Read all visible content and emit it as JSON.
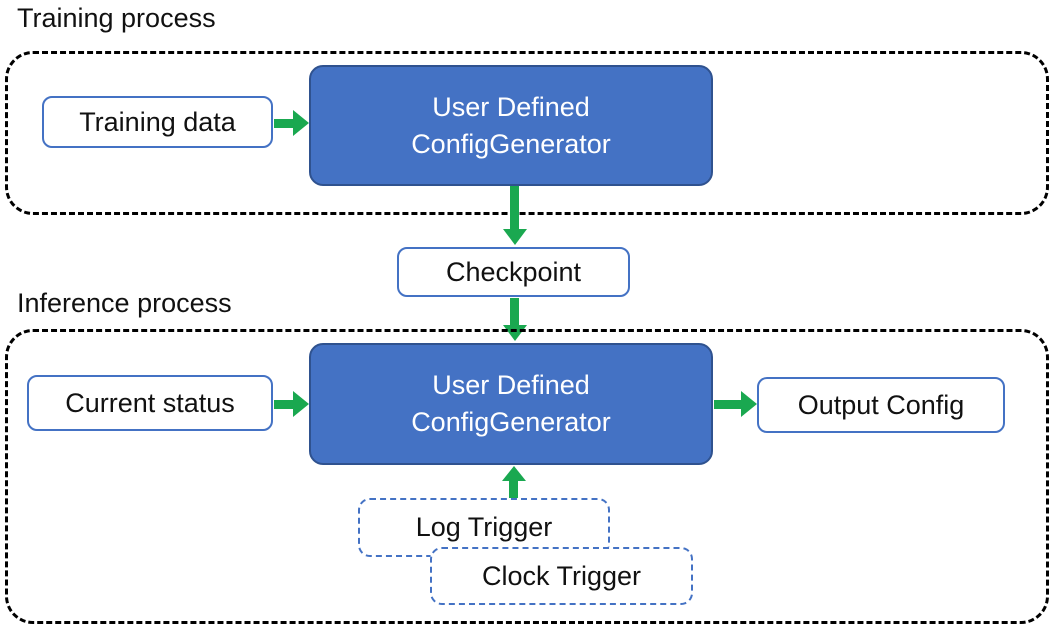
{
  "training": {
    "label": "Training process",
    "input": "Training data"
  },
  "generator": {
    "line1": "User Defined",
    "line2": "ConfigGenerator"
  },
  "checkpoint": {
    "label": "Checkpoint"
  },
  "inference": {
    "label": "Inference process",
    "input": "Current status",
    "output": "Output Config",
    "log_trigger": "Log Trigger",
    "clock_trigger": "Clock Trigger"
  },
  "colors": {
    "node_fill": "#4472C4",
    "node_border": "#2F528F",
    "arrow_green": "#1AA850",
    "light_box_border": "#4472C4",
    "container_dash": "#000000",
    "node_text": "#FFFFFF",
    "text": "#111111"
  }
}
